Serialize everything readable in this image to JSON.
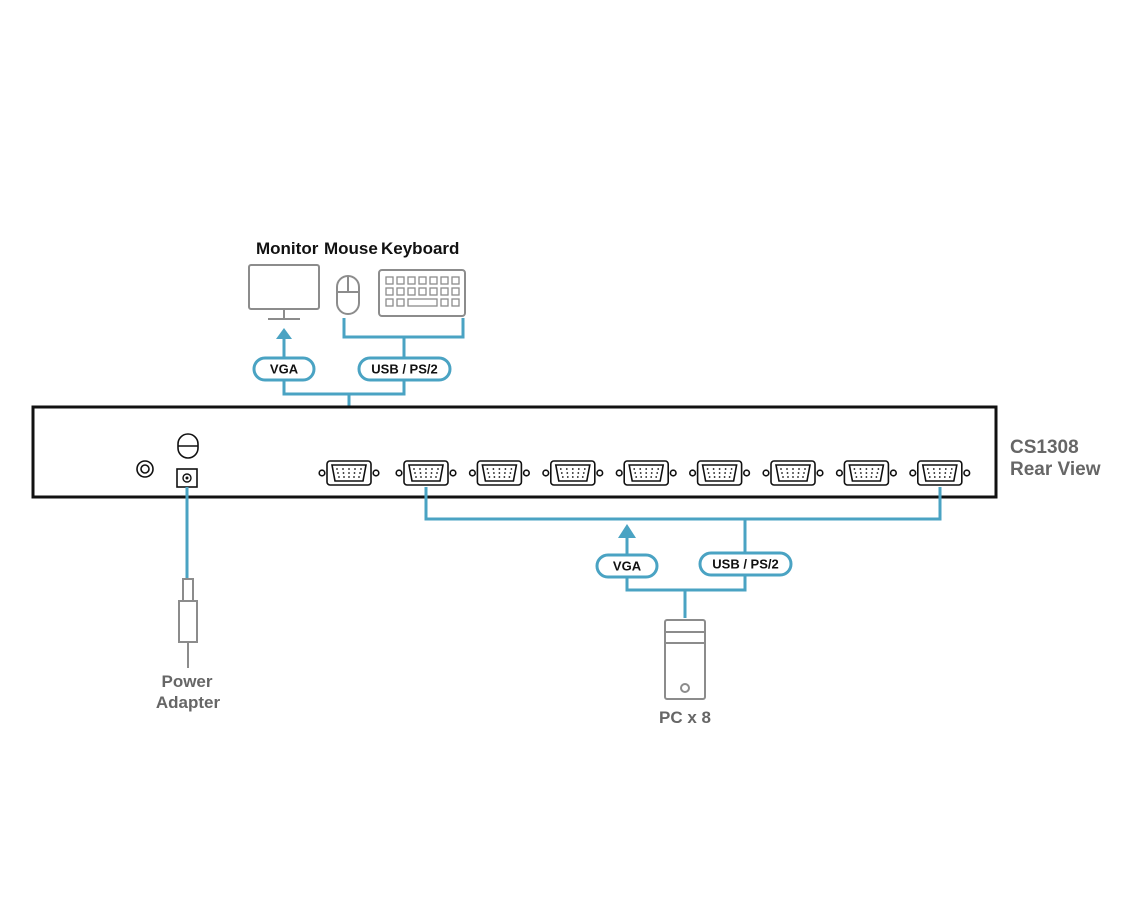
{
  "labels": {
    "monitor": "Monitor",
    "mouse": "Mouse",
    "keyboard": "Keyboard",
    "power_line1": "Power",
    "power_line2": "Adapter",
    "pc": "PC x 8",
    "device_line1": "CS1308",
    "device_line2": "Rear View"
  },
  "pills": {
    "console_vga": "VGA",
    "console_usb": "USB / PS/2",
    "pc_vga": "VGA",
    "pc_usb": "USB / PS/2"
  },
  "colors": {
    "cable": "#4aa3c3",
    "device_outline": "#8c8c8c",
    "chassis": "#111111"
  },
  "ports": {
    "console_port_count": 1,
    "pc_port_count": 8
  }
}
